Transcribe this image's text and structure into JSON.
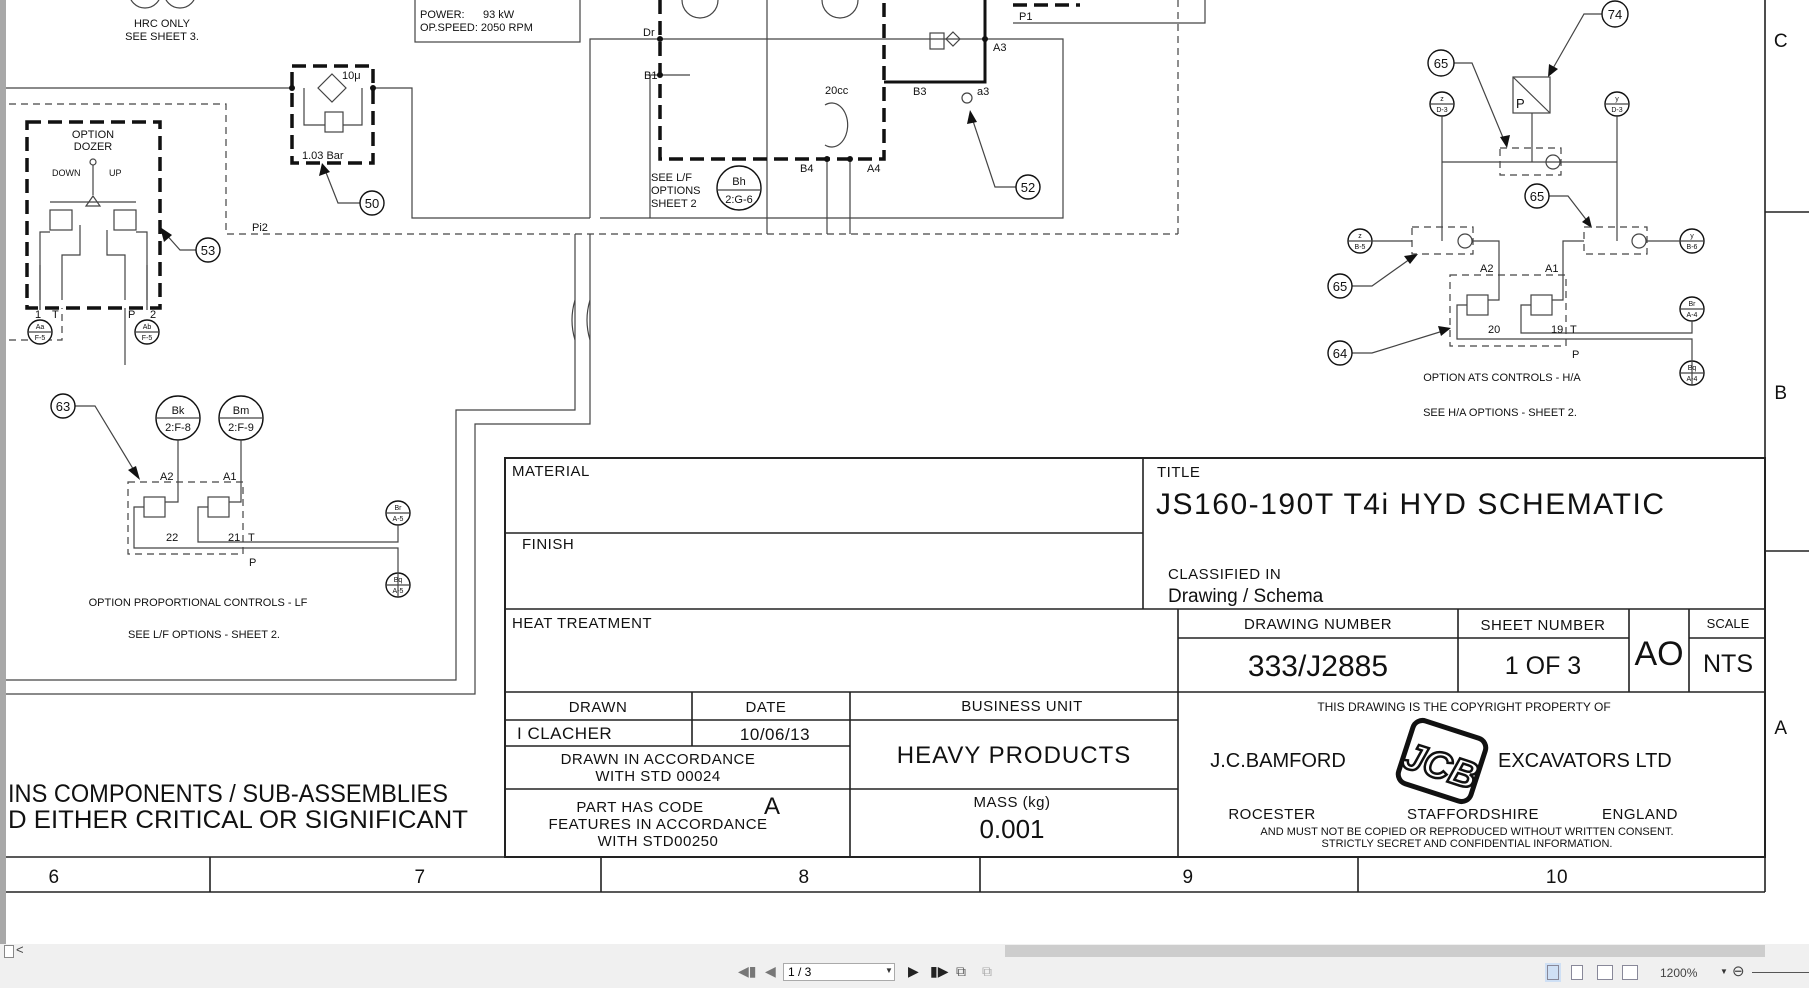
{
  "schematic": {
    "hrc_note": [
      "HRC ONLY",
      "SEE SHEET 3."
    ],
    "engine_box": [
      "POWER:      93 kW",
      "OP.SPEED: 2050 RPM"
    ],
    "filter": {
      "rating": "10μ",
      "bypass": "1.03 Bar"
    },
    "dozer": {
      "title": [
        "OPTION",
        "DOZER"
      ],
      "down": "DOWN",
      "up": "UP",
      "ports": [
        "1",
        "T",
        "P",
        "2"
      ]
    },
    "pi2": "Pi2",
    "pump": {
      "dr": "Dr",
      "b1": "B1",
      "cc": "20cc",
      "b3": "B3",
      "a3_lower": "a3",
      "a3": "A3",
      "p1": "P1",
      "b4": "B4",
      "a4": "A4"
    },
    "lf_note": [
      "SEE L/F",
      "OPTIONS",
      "SHEET 2"
    ],
    "callouts": {
      "c50": "50",
      "c52": "52",
      "c53": "53",
      "c63": "63",
      "c64": "64",
      "c65": "65",
      "c74": "74"
    },
    "refs": {
      "aa": [
        "Aa",
        "F-5"
      ],
      "ab": [
        "Ab",
        "F-5"
      ],
      "bh": [
        "Bh",
        "2:G-6"
      ],
      "bk": [
        "Bk",
        "2:F-8"
      ],
      "bm": [
        "Bm",
        "2:F-9"
      ],
      "br5": [
        "Br",
        "A-5"
      ],
      "bq5": [
        "Bq",
        "A-5"
      ],
      "zd3": [
        "z",
        "D-3"
      ],
      "yd3": [
        "y",
        "D-3"
      ],
      "zb5": [
        "z",
        "B-5"
      ],
      "yb6": [
        "y",
        "B-6"
      ],
      "br4": [
        "Br",
        "A-4"
      ],
      "bq4": [
        "Bq",
        "A-4"
      ]
    },
    "lf_valve": {
      "a2": "A2",
      "a1": "A1",
      "n22": "22",
      "n21": "21",
      "t": "T",
      "p": "P"
    },
    "ats_valve": {
      "a2": "A2",
      "a1": "A1",
      "n20": "20",
      "n19": "19",
      "t": "T",
      "p": "P",
      "sensor_p": "P"
    },
    "lf_caption": [
      "OPTION PROPORTIONAL CONTROLS - LF",
      "SEE L/F OPTIONS - SHEET 2."
    ],
    "ats_caption": [
      "OPTION ATS CONTROLS - H/A",
      "SEE H/A OPTIONS - SHEET 2."
    ],
    "note_text": [
      "INS COMPONENTS / SUB-ASSEMBLIES",
      "D EITHER CRITICAL OR SIGNIFICANT"
    ]
  },
  "frame": {
    "columns": [
      "6",
      "7",
      "8",
      "9",
      "10"
    ],
    "rows": [
      "C",
      "B",
      "A"
    ]
  },
  "title_block": {
    "material_label": "MATERIAL",
    "finish_label": "FINISH",
    "title_label": "TITLE",
    "title": "JS160-190T T4i HYD SCHEMATIC",
    "classified_label": "CLASSIFIED IN",
    "classified_value": "Drawing / Schema",
    "heat_treatment_label": "HEAT TREATMENT",
    "drawing_number_label": "DRAWING NUMBER",
    "drawing_number": "333/J2885",
    "sheet_number_label": "SHEET NUMBER",
    "sheet_number": "1 OF 3",
    "size": "AO",
    "scale_label": "SCALE",
    "scale": "NTS",
    "drawn_label": "DRAWN",
    "drawn_by": "I CLACHER",
    "date_label": "DATE",
    "date": "10/06/13",
    "accordance": [
      "DRAWN IN ACCORDANCE",
      "WITH STD 00024"
    ],
    "business_unit_label": "BUSINESS UNIT",
    "business_unit": "HEAVY PRODUCTS",
    "part_code": [
      "PART HAS CODE",
      "A",
      "FEATURES IN ACCORDANCE",
      "WITH STD00250"
    ],
    "mass_label": "MASS (kg)",
    "mass": "0.001",
    "copyright_top": "THIS DRAWING IS THE COPYRIGHT PROPERTY OF",
    "company_left": "J.C.BAMFORD",
    "logo_text": "JCB",
    "company_right": "EXCAVATORS LTD",
    "address": [
      "ROCESTER",
      "STAFFORDSHIRE",
      "ENGLAND"
    ],
    "legal": [
      "AND MUST NOT BE COPIED OR REPRODUCED WITHOUT WRITTEN CONSENT.",
      "STRICTLY SECRET AND CONFIDENTIAL INFORMATION."
    ]
  },
  "viewer": {
    "scroll_left": "<",
    "page_value": "1 / 3",
    "zoom": "1200%",
    "icons": [
      "first-page-icon",
      "prev-page-icon",
      "next-page-icon",
      "last-page-icon",
      "rotate-icon",
      "copy-page-icon",
      "single-page-view-icon",
      "continuous-view-icon",
      "two-page-view-icon",
      "two-page-continuous-icon",
      "zoom-out-icon"
    ]
  }
}
